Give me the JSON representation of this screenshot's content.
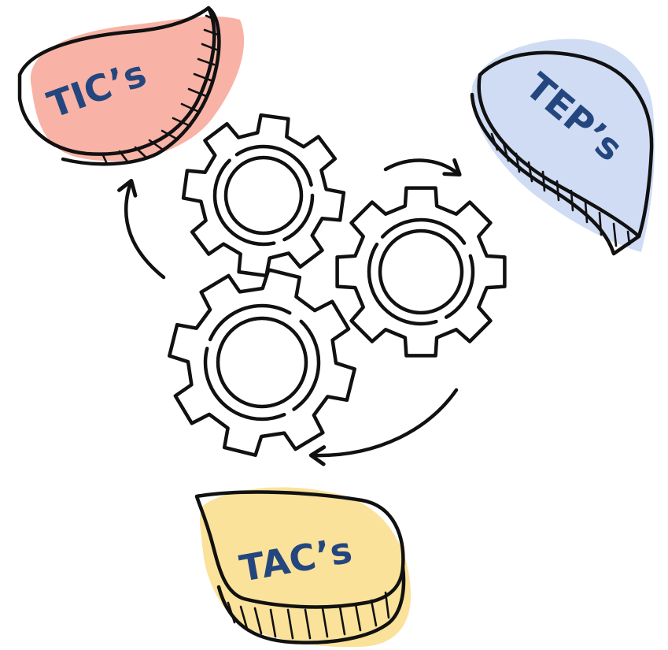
{
  "labels": {
    "tic": "TIC’s",
    "tep": "TEP’s",
    "tac": "TAC’s"
  },
  "colors": {
    "text": "#24467e",
    "tic_fill": "#f8b3a6",
    "tep_fill": "#cfdcf4",
    "tac_fill": "#fbe29b",
    "ink": "#111111"
  }
}
